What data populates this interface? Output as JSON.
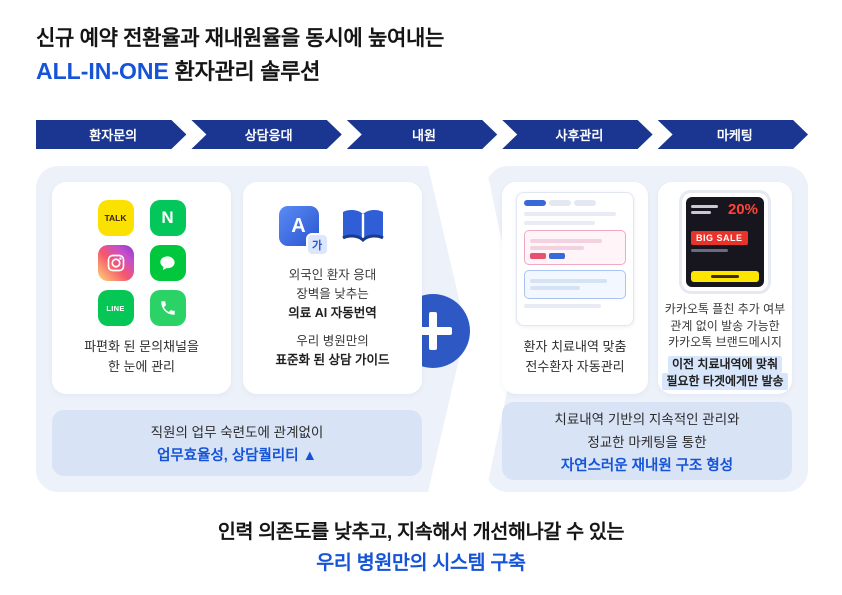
{
  "header": {
    "line1": "신규 예약 전환율과 재내원율을 동시에 높여내는",
    "accent": "ALL-IN-ONE",
    "line2_rest": " 환자관리 솔루션"
  },
  "steps": [
    {
      "label": "환자문의"
    },
    {
      "label": "상담응대"
    },
    {
      "label": "내원"
    },
    {
      "label": "사후관리"
    },
    {
      "label": "마케팅"
    }
  ],
  "left": {
    "channels": {
      "kakao_label": "TALK",
      "naver_label": "N",
      "line_label": "LINE",
      "caption_line1": "파편화 된 문의채널을",
      "caption_line2": "한 눈에 관리"
    },
    "translate": {
      "tile_a": "A",
      "tile_ga": "가",
      "line1": "외국인 환자 응대",
      "line2": "장벽을 낮추는",
      "line3": "의료 AI 자동번역",
      "line4": "우리 병원만의",
      "line5": "표준화 된 상담 가이드"
    },
    "banner": {
      "line1": "직원의 업무 숙련도에 관계없이",
      "line2": "업무효율성, 상담퀄리티 ▲"
    }
  },
  "right": {
    "crm": {
      "caption_line1": "환자 치료내역 맞춤",
      "caption_line2": "전수환자 자동관리"
    },
    "marketing": {
      "promo_percent": "20%",
      "promo_sale": "BIG SALE",
      "line1": "카카오톡 플친 추가 여부",
      "line2": "관계 없이 발송 가능한",
      "line3": "카카오톡 브랜드메시지",
      "highlight1": "이전 치료내역에 맞춰",
      "highlight2": "필요한 타겟에게만 발송"
    },
    "banner": {
      "line1": "치료내역 기반의 지속적인 관리와",
      "line2": "정교한 마케팅을 통한",
      "line3": "자연스러운 재내원 구조 형성"
    }
  },
  "footer": {
    "line1": "인력 의존도를 낮추고, 지속해서 개선해나갈 수 있는",
    "line2": "우리 병원만의 시스템 구축"
  },
  "colors": {
    "accent": "#1554d8",
    "navy": "#1a3690",
    "plus": "#2e59c5",
    "block_bg": "#edf1f9",
    "banner_bg": "#d8e3f6",
    "highlight": "#d8e6fb"
  }
}
